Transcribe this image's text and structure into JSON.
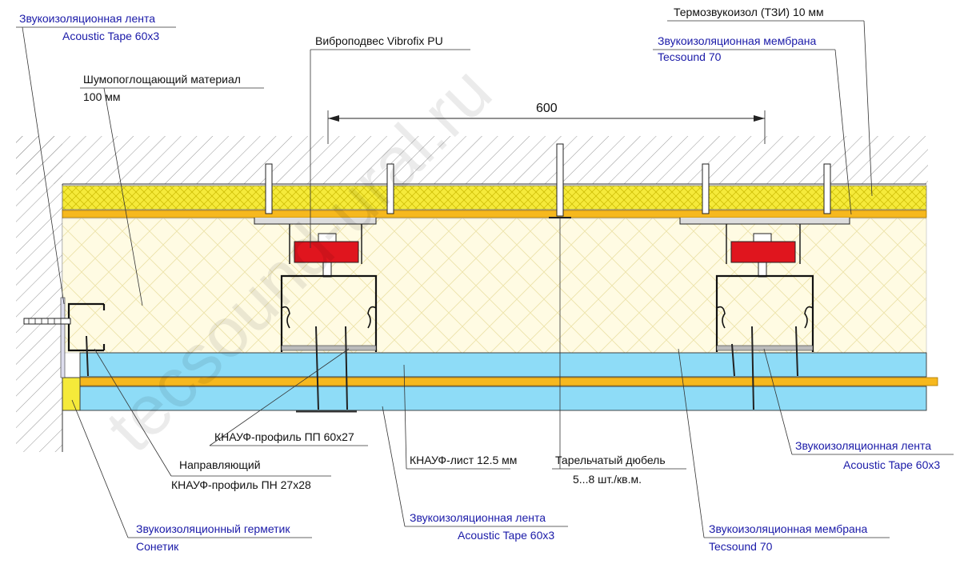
{
  "labels": {
    "tape_top_1": "Звукоизоляционная лента",
    "tape_top_2": "Acoustic Tape 60x3",
    "vibro": "Виброподвес Vibrofix PU",
    "tzi": "Термозвукоизол (ТЗИ) 10 мм",
    "membrane_top_1": "Звукоизоляционная мембрана",
    "membrane_top_2": "Tecsound 70",
    "absorb_1": "Шумопоглощающий материал",
    "absorb_2": "100 мм",
    "dimension": "600",
    "pp_profile": "КНАУФ-профиль ПП 60x27",
    "guide_1": "Направляющий",
    "guide_2": "КНАУФ-профиль ПН 27x28",
    "sheet": "КНАУФ-лист 12.5 мм",
    "dowel_1": "Тарельчатый дюбель",
    "dowel_2": "5...8 шт./кв.м.",
    "tape_right_1": "Звукоизоляционная лента",
    "tape_right_2": "Acoustic Tape 60x3",
    "tape_bottom_1": "Звукоизоляционная лента",
    "tape_bottom_2": "Acoustic Tape 60x3",
    "sealant_1": "Звукоизоляционный герметик",
    "sealant_2": "Сонетик",
    "membrane_bottom_1": "Звукоизоляционная мембрана",
    "membrane_bottom_2": "Tecsound 70",
    "watermark": "tecsound-ural.ru"
  },
  "colors": {
    "tzi_yellow": "#f5ea3a",
    "membrane_orange": "#f6b81e",
    "gypsum_blue": "#8edcf7",
    "vibro_red": "#e0151e",
    "absorb_fill": "#fffbe0",
    "label_blue": "#1a1aa8"
  },
  "icons": [
    "screw-icon",
    "dowel-icon",
    "vibromount-icon"
  ]
}
